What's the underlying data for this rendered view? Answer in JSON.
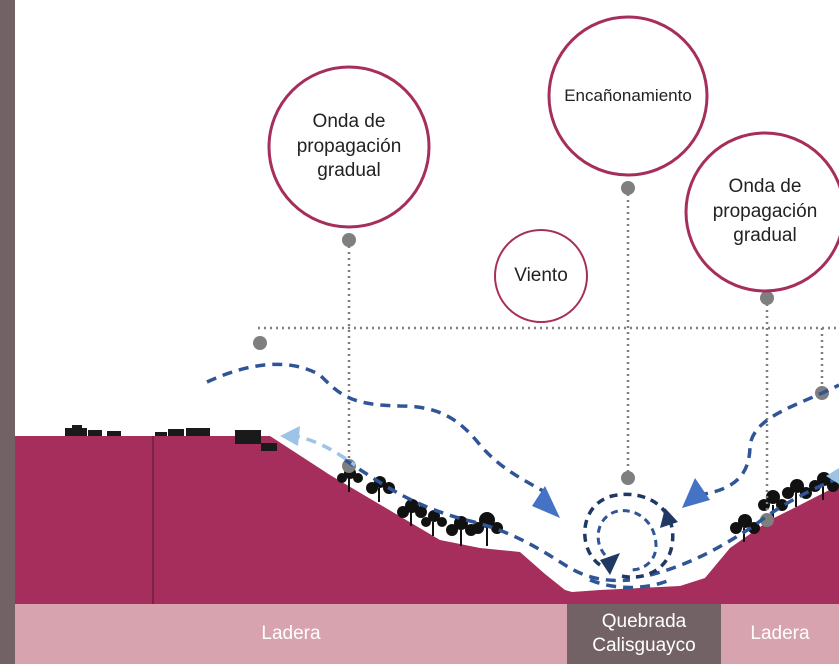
{
  "labels": {
    "onda_left": "Onda de\npropagación\ngradual",
    "encanonamiento": "Encañonamiento",
    "onda_right": "Onda de\npropagación\ngradual",
    "viento": "Viento"
  },
  "bands": {
    "ladera_left": "Ladera",
    "quebrada": "Quebrada\nCalisguayco",
    "ladera_right": "Ladera"
  },
  "colors": {
    "terrain": "#a62e5c",
    "band_light": "#d6a3ae",
    "band_dark": "#726266",
    "circle_stroke": "#a62e5c",
    "wind_dark": "#2f5597",
    "wind_light": "#9dc3e6",
    "arrow_blue": "#4472c4",
    "marker_gray": "#7f7f7f"
  }
}
